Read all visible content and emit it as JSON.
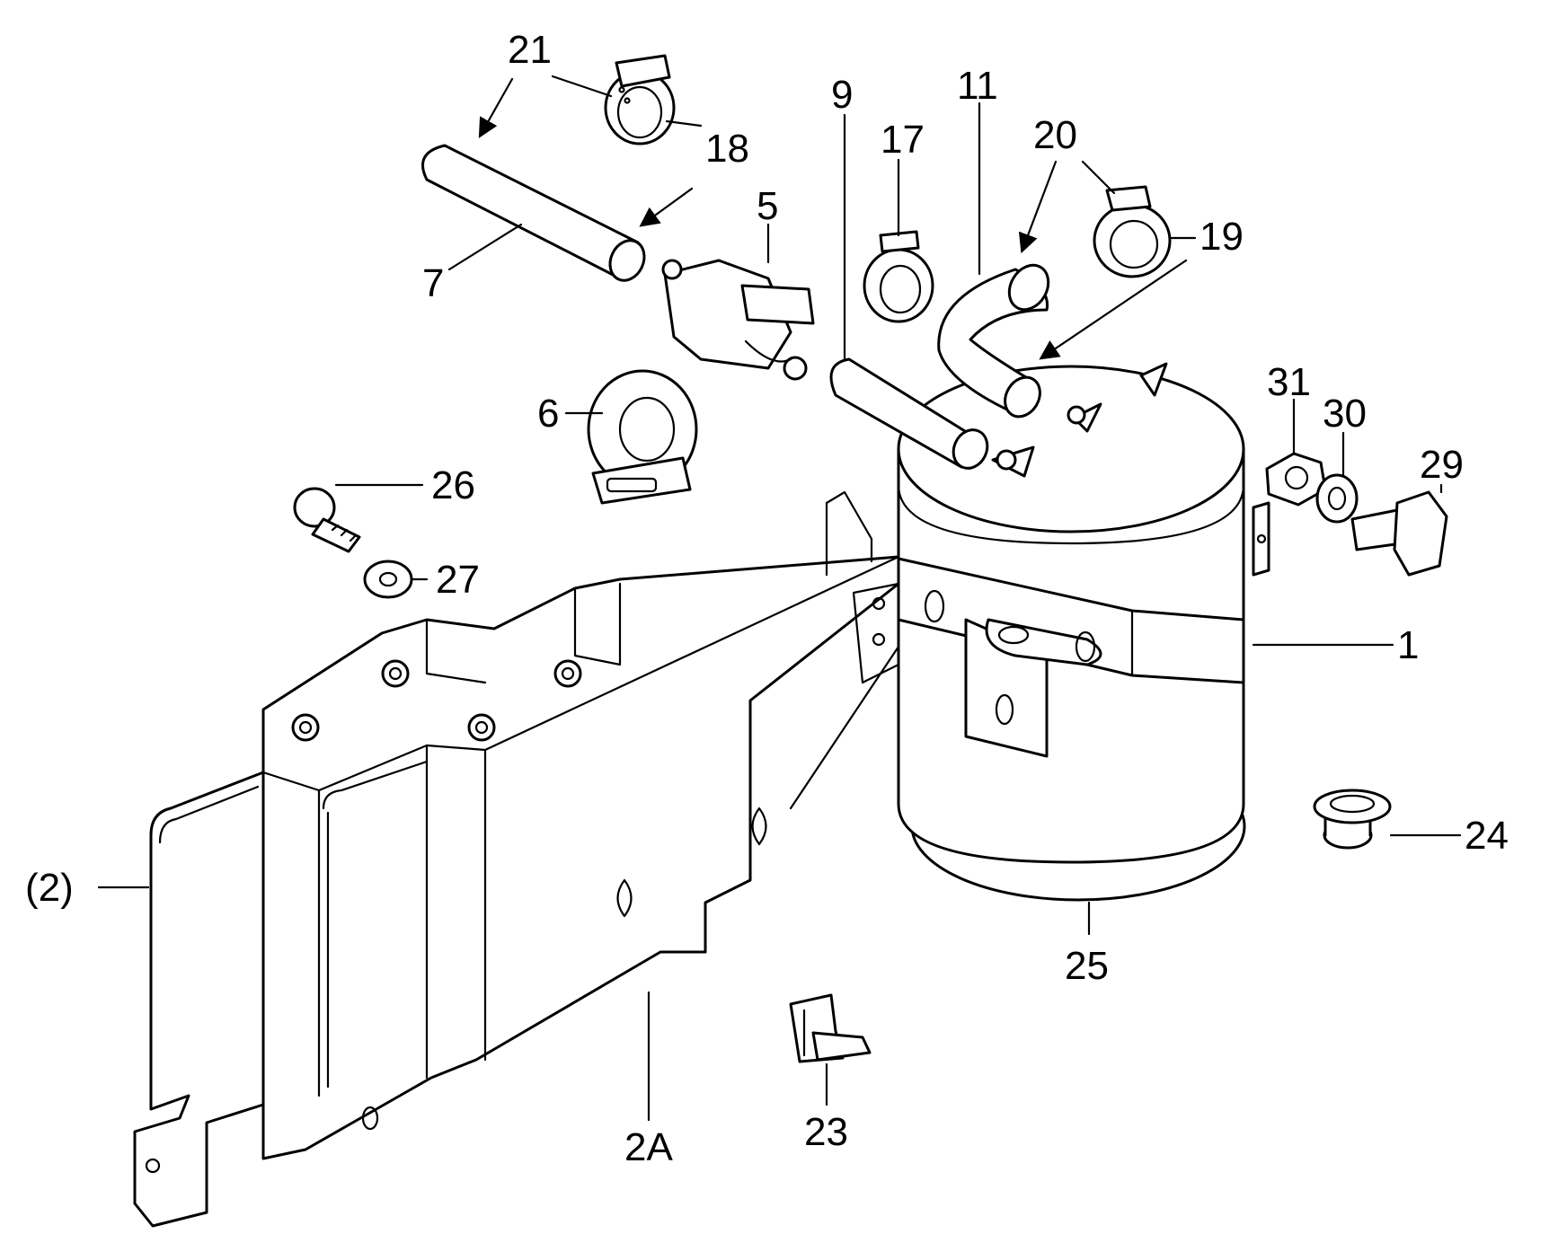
{
  "callouts": {
    "c1": "1",
    "c2": "(2)",
    "c2a": "2A",
    "c5": "5",
    "c6": "6",
    "c7": "7",
    "c9": "9",
    "c11": "11",
    "c17": "17",
    "c18": "18",
    "c19": "19",
    "c20": "20",
    "c21": "21",
    "c23": "23",
    "c24": "24",
    "c25": "25",
    "c26": "26",
    "c27": "27",
    "c29": "29",
    "c30": "30",
    "c31": "31"
  }
}
